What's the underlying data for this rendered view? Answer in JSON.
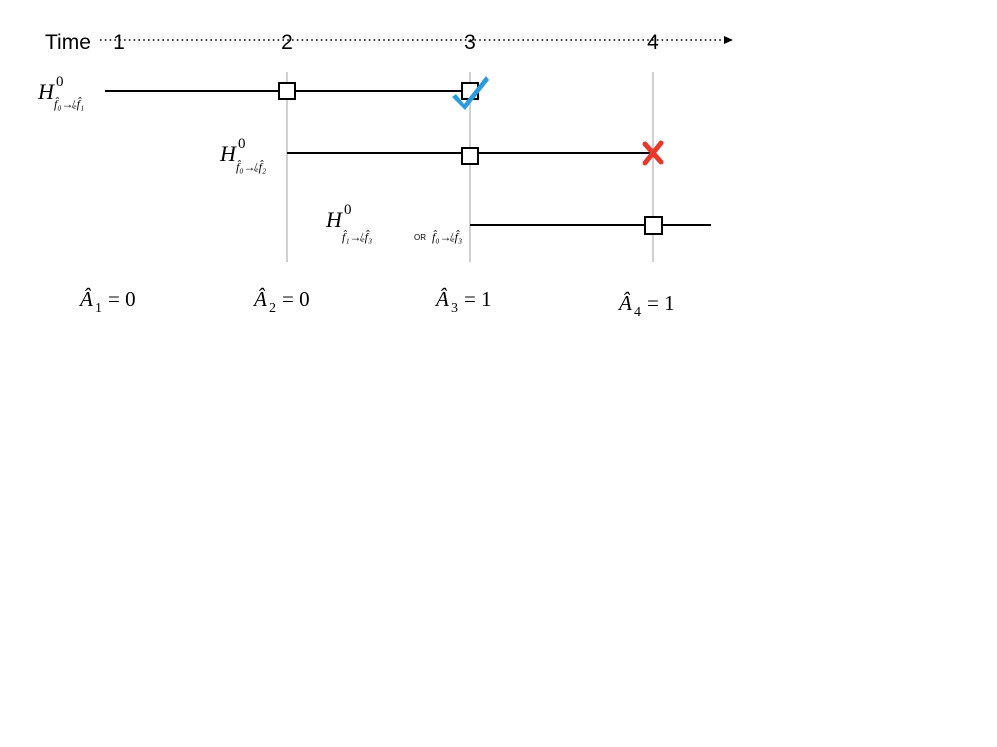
{
  "time_axis": {
    "label": "Time",
    "ticks": [
      "1",
      "2",
      "3",
      "4"
    ]
  },
  "hypotheses": [
    {
      "symbol": "H",
      "superscript": "0",
      "subscript": "f̂₀↛ₑf̂₁",
      "outcome": "check",
      "outcome_color": "#2b9be0"
    },
    {
      "symbol": "H",
      "superscript": "0",
      "subscript": "f̂₀↛ₑf̂₂",
      "outcome": "cross",
      "outcome_color": "#e8382c"
    },
    {
      "symbol": "H",
      "superscript": "0",
      "subscript_part1": "f̂₁↛ₑf̂₃",
      "subscript_or": "OR",
      "subscript_part2": "f̂₀↛ₑf̂₃",
      "outcome": "none"
    }
  ],
  "estimates": [
    {
      "var": "Â",
      "index": "1",
      "value": "= 0"
    },
    {
      "var": "Â",
      "index": "2",
      "value": "= 0"
    },
    {
      "var": "Â",
      "index": "3",
      "value": "= 1"
    },
    {
      "var": "Â",
      "index": "4",
      "value": "= 1"
    }
  ]
}
